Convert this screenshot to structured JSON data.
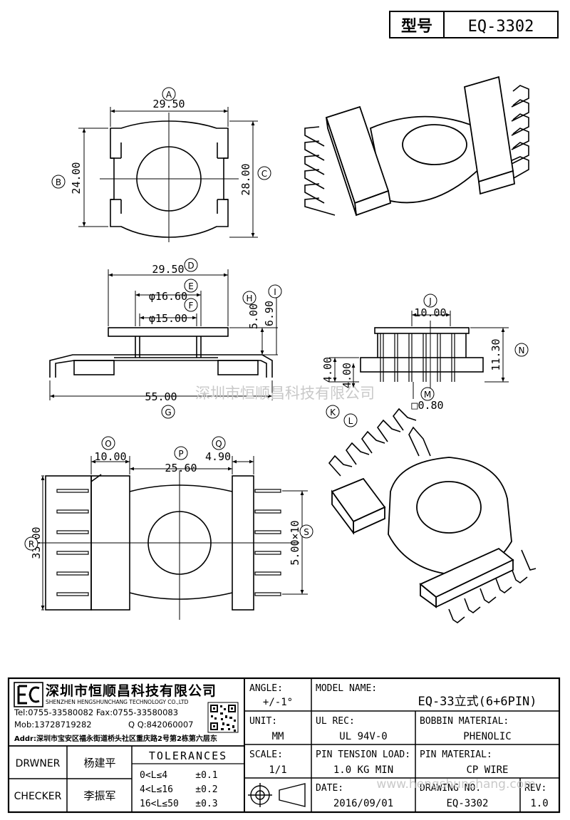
{
  "header": {
    "type_label": "型号",
    "model": "EQ-3302"
  },
  "top_view": {
    "width_dim": "29.50",
    "height_dim": "24.00",
    "outer_height_dim": "28.00",
    "labels": {
      "a": "A",
      "b": "B",
      "c": "C"
    }
  },
  "side_view": {
    "top_width": "29.50",
    "dia_outer": "φ16.60",
    "dia_inner": "φ15.00",
    "height1": "5.00",
    "height2": "6.90",
    "total_width": "55.00",
    "labels": {
      "d": "D",
      "e": "E",
      "f": "F",
      "g": "G",
      "h": "H",
      "i": "I"
    }
  },
  "end_view": {
    "width": "10.00",
    "height": "11.30",
    "pin1": "4.00",
    "pin2": "4.00",
    "pin_size": "□0.80",
    "labels": {
      "j": "J",
      "k": "K",
      "l": "L",
      "m": "M",
      "n": "N"
    }
  },
  "bottom_view": {
    "flange": "10.00",
    "center": "25.60",
    "slot": "4.90",
    "height": "33.00",
    "pitch": "5.00×10",
    "labels": {
      "o": "O",
      "p": "P",
      "q": "Q",
      "r": "R",
      "s": "S"
    }
  },
  "watermark_center": "深圳市恒顺昌科技有限公司",
  "watermark_footer": "www.hengshunchang.com",
  "company": {
    "name_cn": "深圳市恒顺昌科技有限公司",
    "name_en": "SHENZHEN HENGSHUNCHANG TECHNOLOGY CO.,LTD",
    "tel": "Tel:0755-33580082 Fax:0755-33580083",
    "mob": "Mob:13728719282",
    "qq": "Q  Q:842060007",
    "addr": "Addr:深圳市宝安区福永街道桥头社区重庆路2号第2栋第六层东"
  },
  "title_block": {
    "angle_label": "ANGLE:",
    "angle_value": "+/-1°",
    "unit_label": "UNIT:",
    "unit_value": "MM",
    "scale_label": "SCALE:",
    "scale_value": "1/1",
    "model_label": "MODEL NAME:",
    "model_value": "EQ-33立式(6+6PIN)",
    "ul_label": "UL REC:",
    "ul_value": "UL 94V-0",
    "bobbin_label": "BOBBIN MATERIAL:",
    "bobbin_value": "PHENOLIC",
    "tension_label": "PIN TENSION LOAD:",
    "tension_value": "1.0 KG MIN",
    "pin_mat_label": "PIN MATERIAL:",
    "pin_mat_value": "CP WIRE",
    "date_label": "DATE:",
    "date_value": "2016/09/01",
    "drawing_label": "DRAWING NO.",
    "drawing_value": "EQ-3302",
    "rev_label": "REV:",
    "rev_value": "1.0",
    "drawer_label": "DRWNER",
    "drawer_value": "杨建平",
    "checker_label": "CHECKER",
    "checker_value": "李振军",
    "tolerances_label": "TOLERANCES",
    "tol_1": "0<L≤4     ±0.1",
    "tol_2": "4<L≤16    ±0.2",
    "tol_3": "16<L≤50   ±0.3"
  }
}
